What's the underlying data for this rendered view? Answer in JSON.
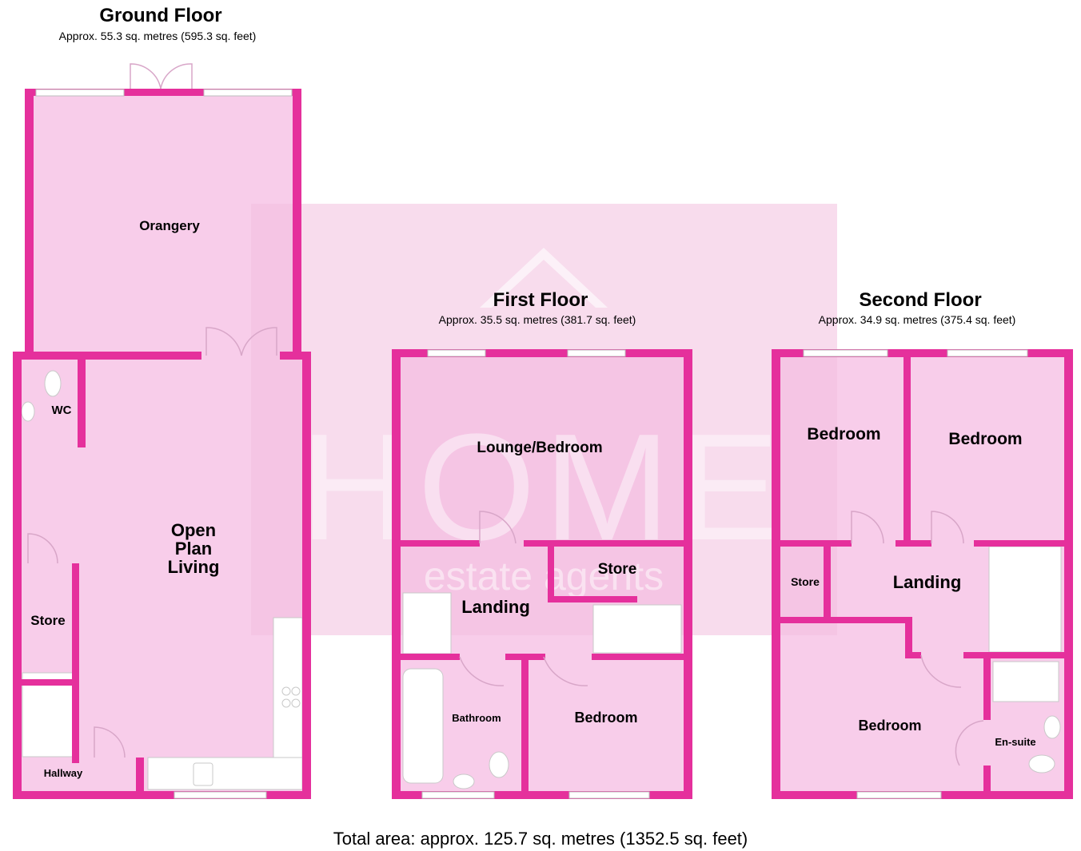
{
  "colors": {
    "wall": "#e5309c",
    "floor": "#f8cdea",
    "fixture": "#ffffff",
    "watermark": "#f3bfdf"
  },
  "watermark": {
    "brand": "HOME",
    "tagline": "estate agents"
  },
  "floors": {
    "ground": {
      "title": "Ground Floor",
      "area": "Approx. 55.3 sq. metres (595.3 sq. feet)",
      "rooms": {
        "orangery": "Orangery",
        "wc": "WC",
        "open_plan": "Open\nPlan\nLiving",
        "store": "Store",
        "hallway": "Hallway"
      }
    },
    "first": {
      "title": "First Floor",
      "area": "Approx. 35.5 sq. metres (381.7 sq. feet)",
      "rooms": {
        "lounge": "Lounge/Bedroom",
        "store": "Store",
        "landing": "Landing",
        "bathroom": "Bathroom",
        "bedroom": "Bedroom"
      }
    },
    "second": {
      "title": "Second Floor",
      "area": "Approx. 34.9 sq. metres (375.4 sq. feet)",
      "rooms": {
        "bedroom_left": "Bedroom",
        "bedroom_right": "Bedroom",
        "store": "Store",
        "landing": "Landing",
        "bedroom_bottom": "Bedroom",
        "ensuite": "En-suite"
      }
    }
  },
  "total_area": "Total area: approx. 125.7 sq. metres (1352.5 sq. feet)"
}
